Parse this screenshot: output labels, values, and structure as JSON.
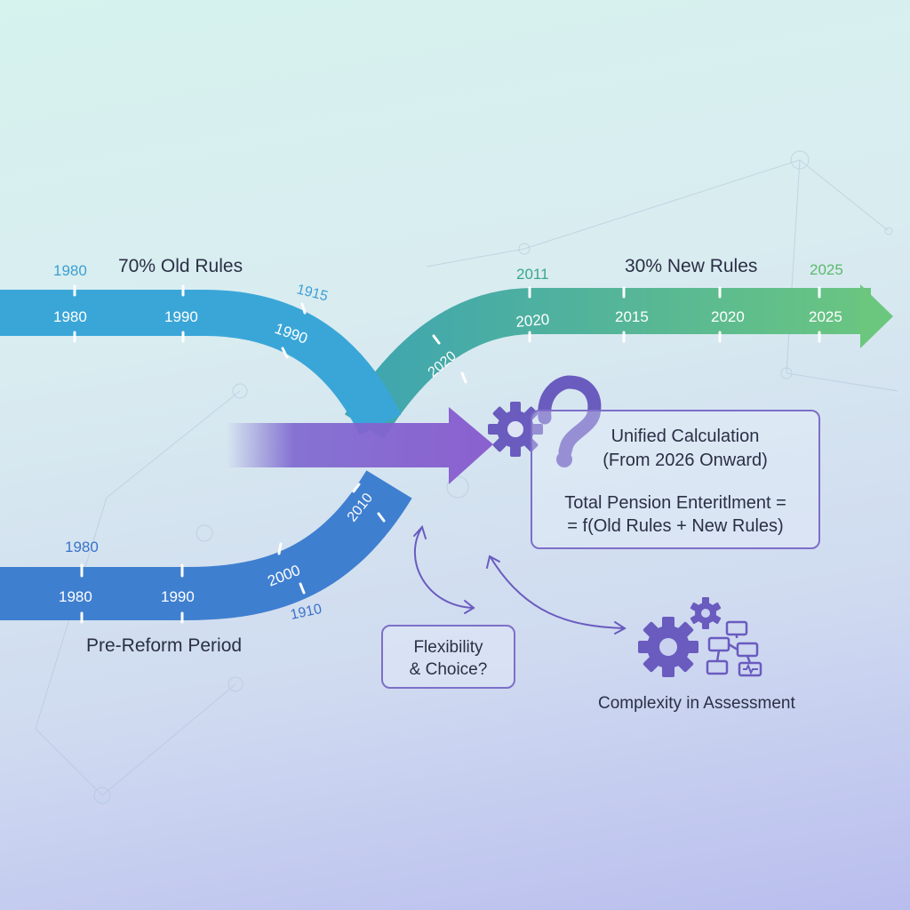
{
  "colors": {
    "old_band": "#3aa6d8",
    "lower_band": "#3f7fd0",
    "new_band_start": "#3fa5b0",
    "new_band_end": "#6cc77e",
    "purple_arrow": "#7a64cc",
    "accent_purple": "#6a5bbf"
  },
  "upper_band": {
    "title": "70% Old Rules",
    "outer_years": [
      "1980",
      "1915"
    ],
    "ticks": [
      "1980",
      "1990",
      "1990"
    ]
  },
  "lower_band": {
    "title": "Pre-Reform Period",
    "outer_years": [
      "1980",
      "1910"
    ],
    "ticks": [
      "1980",
      "1990",
      "2000",
      "2010"
    ]
  },
  "new_band": {
    "title": "30% New Rules",
    "outer_years": [
      "2011",
      "2025"
    ],
    "ticks": [
      "2020",
      "2020",
      "2015",
      "2020",
      "2025"
    ]
  },
  "unified_box": {
    "line1": "Unified Calculation",
    "line2": "(From 2026 Onward)",
    "line3": "Total Pension Enteritlment =",
    "line4": "= f(Old Rules + New Rules)"
  },
  "flex_box": {
    "line1": "Flexibility",
    "line2": "& Choice?"
  },
  "complexity_label": "Complexity in Assessment",
  "icons": [
    "gear-icon",
    "question-mark-icon",
    "gears-flowchart-icon"
  ]
}
